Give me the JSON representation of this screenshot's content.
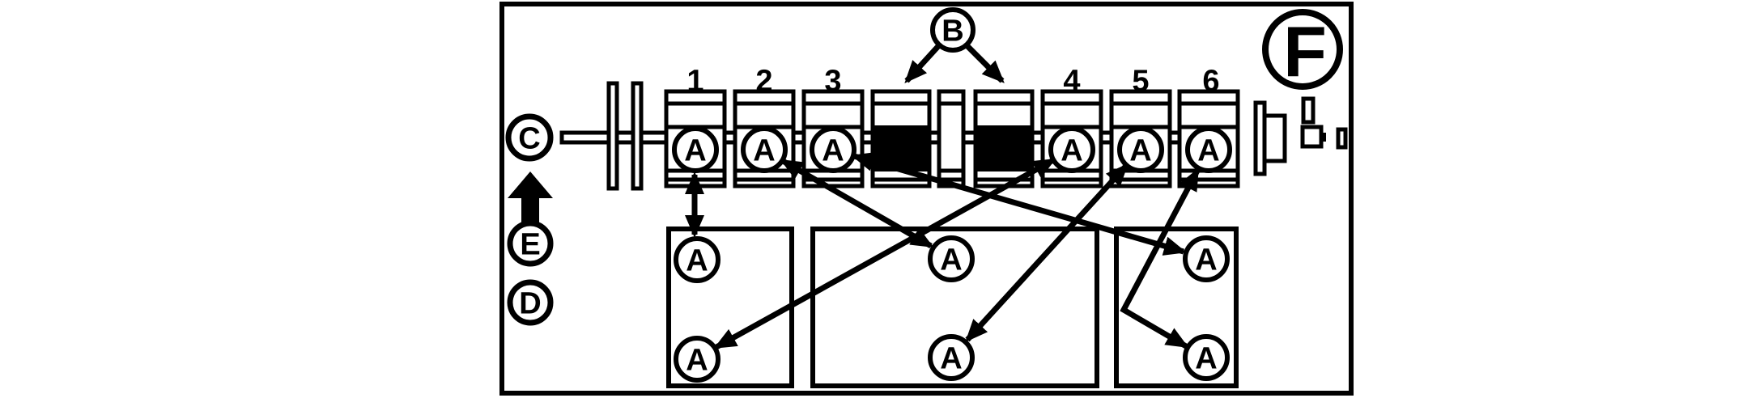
{
  "colors": {
    "ink": "#000000",
    "paper": "#ffffff"
  },
  "callouts": {
    "b": "B",
    "c": "C",
    "d": "D",
    "e": "E",
    "f": "F"
  },
  "cylinders": [
    {
      "number": "1",
      "plug": "A"
    },
    {
      "number": "2",
      "plug": "A"
    },
    {
      "number": "3",
      "plug": "A"
    },
    {
      "number": "4",
      "plug": "A"
    },
    {
      "number": "5",
      "plug": "A"
    },
    {
      "number": "6",
      "plug": "A"
    }
  ],
  "lower_groups": [
    {
      "top": "A",
      "bottom": "A"
    },
    {
      "top": "A",
      "bottom": "A"
    },
    {
      "top": "A",
      "bottom": "A"
    }
  ]
}
